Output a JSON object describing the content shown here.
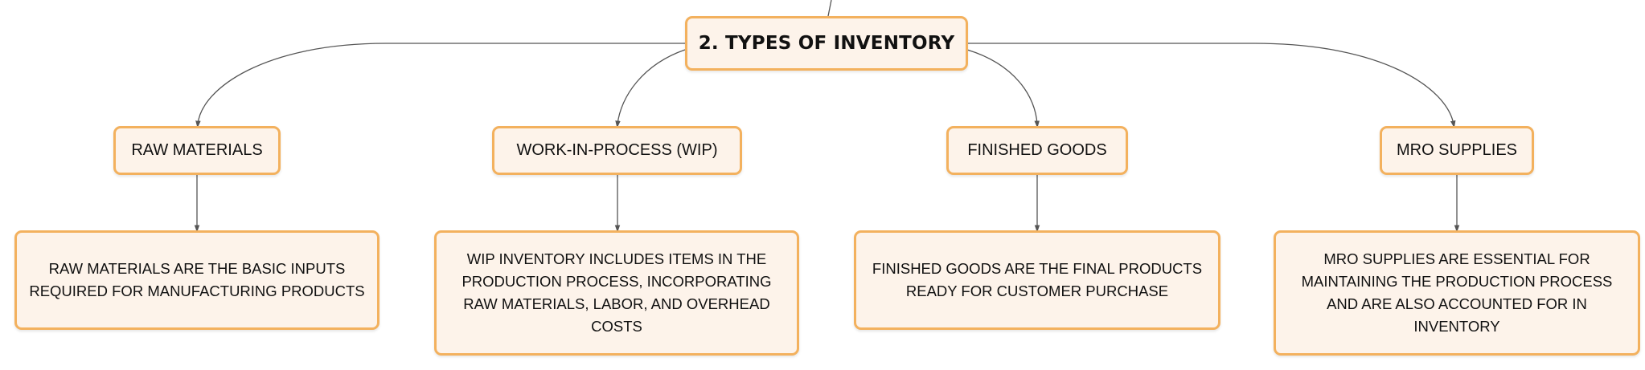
{
  "root": {
    "label": "2. TYPES OF INVENTORY"
  },
  "categories": [
    {
      "label": "RAW MATERIALS",
      "description": "RAW MATERIALS ARE THE BASIC INPUTS REQUIRED FOR MANUFACTURING PRODUCTS"
    },
    {
      "label": "WORK-IN-PROCESS (WIP)",
      "description": "WIP INVENTORY INCLUDES ITEMS IN THE PRODUCTION PROCESS, INCORPORATING RAW MATERIALS, LABOR, AND OVERHEAD COSTS"
    },
    {
      "label": "FINISHED GOODS",
      "description": "FINISHED GOODS ARE THE FINAL PRODUCTS READY FOR CUSTOMER PURCHASE"
    },
    {
      "label": "MRO SUPPLIES",
      "description": "MRO SUPPLIES ARE ESSENTIAL FOR MAINTAINING THE PRODUCTION PROCESS AND ARE ALSO ACCOUNTED FOR IN INVENTORY"
    }
  ],
  "colors": {
    "node_border": "#f3b15e",
    "node_fill": "#fdf3ea",
    "connector": "#555555"
  }
}
